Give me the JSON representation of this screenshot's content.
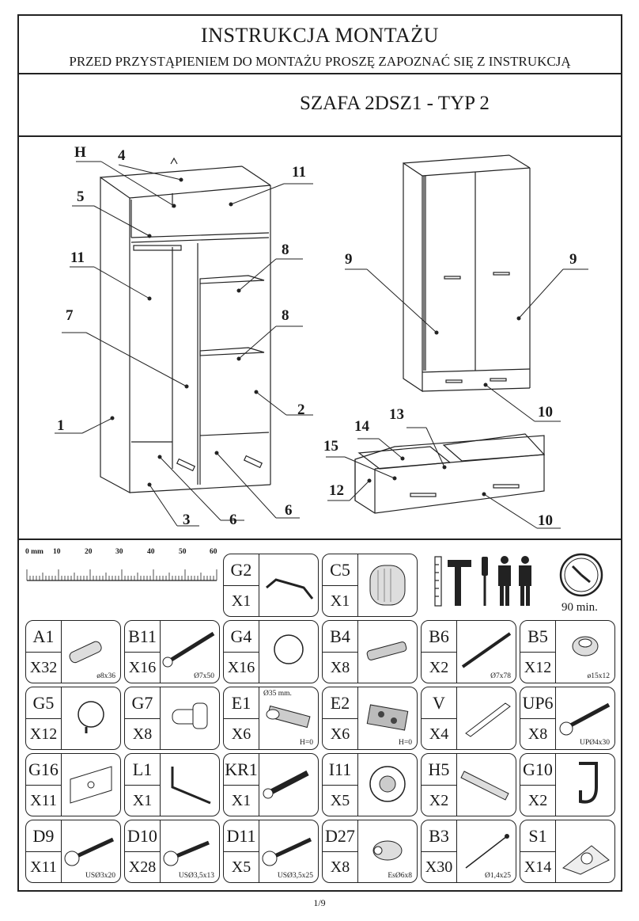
{
  "header": {
    "title": "INSTRUKCJA MONTAŻU",
    "subtitle": "PRZED PRZYSTĄPIENIEM DO MONTAŻU PROSZĘ ZAPOZNAĆ SIĘ Z INSTRUKCJĄ",
    "model": "SZAFA 2DSZ1 - TYP 2"
  },
  "diagram_labels": {
    "H": "H",
    "n4": "4",
    "n11a": "11",
    "n5": "5",
    "n11b": "11",
    "n8a": "8",
    "n7": "7",
    "n8b": "8",
    "n2": "2",
    "n1": "1",
    "n3": "3",
    "n6a": "6",
    "n6b": "6",
    "n9a": "9",
    "n9b": "9",
    "n10a": "10",
    "n13": "13",
    "n14": "14",
    "n15": "15",
    "n12": "12",
    "n10b": "10"
  },
  "ruler": {
    "unit": "0 mm",
    "ticks": [
      "10",
      "20",
      "30",
      "40",
      "50",
      "60"
    ]
  },
  "time": "90 min.",
  "tools_icons": [
    "ruler-icon",
    "hammer-icon",
    "screwdriver-icon",
    "two-people-icon",
    "clock-icon"
  ],
  "parts": [
    {
      "code": "G2",
      "qty": "X1",
      "dim": ""
    },
    {
      "code": "C5",
      "qty": "X1",
      "dim": ""
    },
    {
      "code": "A1",
      "qty": "X32",
      "dim": "ø8x36"
    },
    {
      "code": "B11",
      "qty": "X16",
      "dim": "Ø7x50"
    },
    {
      "code": "G4",
      "qty": "X16",
      "dim": ""
    },
    {
      "code": "B4",
      "qty": "X8",
      "dim": ""
    },
    {
      "code": "B6",
      "qty": "X2",
      "dim": "Ø7x78"
    },
    {
      "code": "B5",
      "qty": "X12",
      "dim": "ø15x12"
    },
    {
      "code": "G5",
      "qty": "X12",
      "dim": ""
    },
    {
      "code": "G7",
      "qty": "X8",
      "dim": ""
    },
    {
      "code": "E1",
      "qty": "X6",
      "dim": "H=0",
      "dimtop": "Ø35 mm."
    },
    {
      "code": "E2",
      "qty": "X6",
      "dim": "H=0"
    },
    {
      "code": "V",
      "qty": "X4",
      "dim": ""
    },
    {
      "code": "UP6",
      "qty": "X8",
      "dim": "UPØ4x30"
    },
    {
      "code": "G16",
      "qty": "X11",
      "dim": ""
    },
    {
      "code": "L1",
      "qty": "X1",
      "dim": ""
    },
    {
      "code": "KR1",
      "qty": "X1",
      "dim": ""
    },
    {
      "code": "I11",
      "qty": "X5",
      "dim": ""
    },
    {
      "code": "H5",
      "qty": "X2",
      "dim": ""
    },
    {
      "code": "G10",
      "qty": "X2",
      "dim": ""
    },
    {
      "code": "D9",
      "qty": "X11",
      "dim": "USØ3x20"
    },
    {
      "code": "D10",
      "qty": "X28",
      "dim": "USØ3,5x13"
    },
    {
      "code": "D11",
      "qty": "X5",
      "dim": "USØ3,5x25"
    },
    {
      "code": "D27",
      "qty": "X8",
      "dim": "EsØ6x8"
    },
    {
      "code": "B3",
      "qty": "X30",
      "dim": "Ø1,4x25"
    },
    {
      "code": "S1",
      "qty": "X14",
      "dim": ""
    }
  ],
  "page": "1/9"
}
